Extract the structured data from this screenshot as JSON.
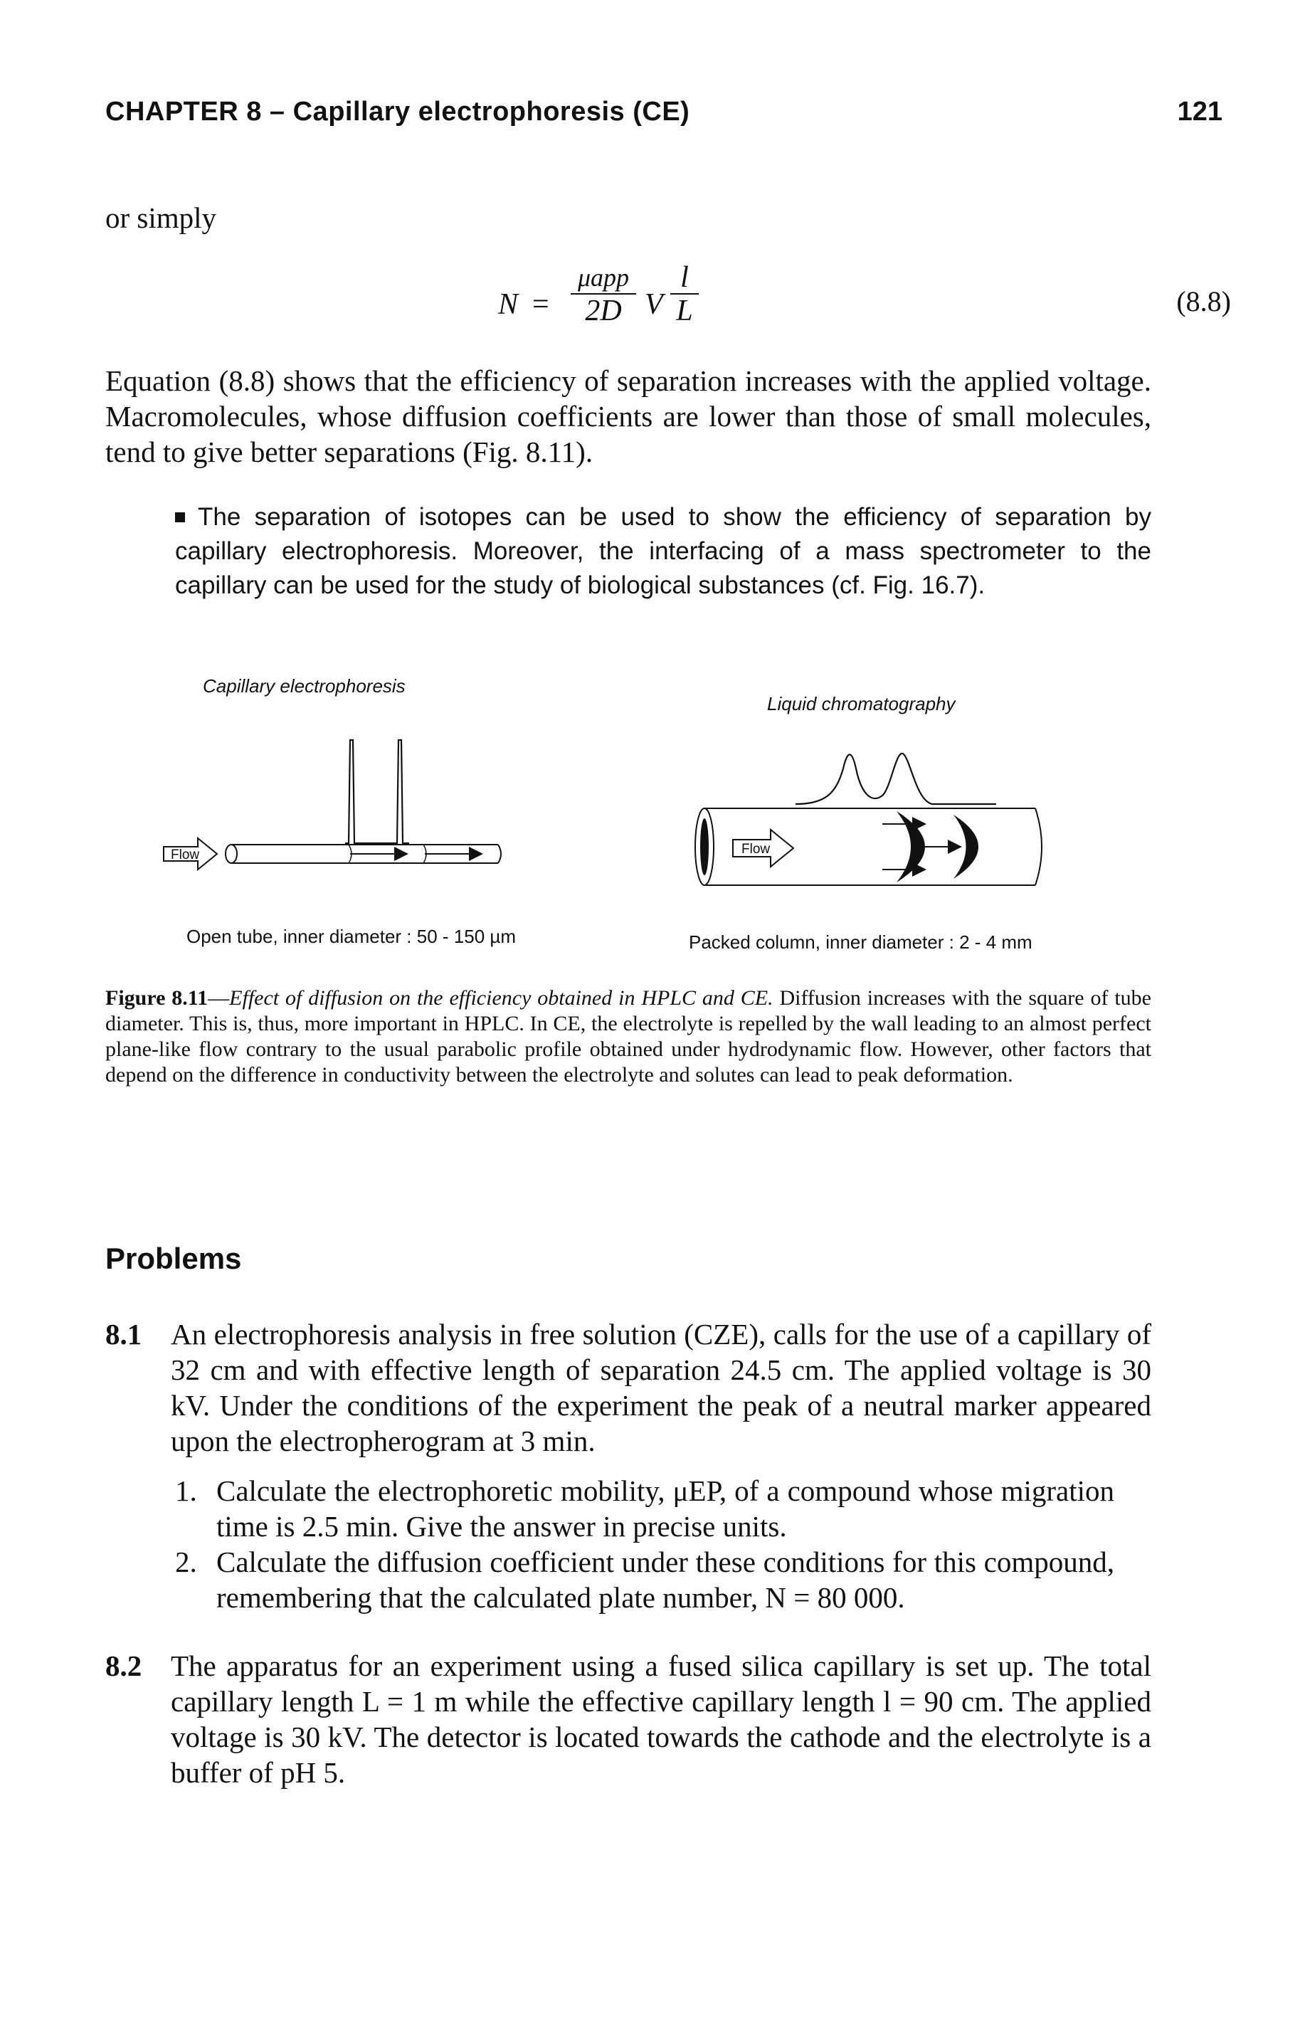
{
  "header": {
    "chapter_title": "CHAPTER 8 – Capillary electrophoresis (CE)",
    "page_number": "121"
  },
  "intro": "or simply",
  "equation": {
    "lhs": "N",
    "equals": "=",
    "mu_app": "μapp",
    "two_d": "2D",
    "v": "V",
    "l": "l",
    "L": "L",
    "number": "(8.8)"
  },
  "paragraph_1": "Equation (8.8) shows that the efficiency of separation increases with the applied voltage. Macromolecules, whose diffusion coefficients are lower than those of small molecules, tend to give better separations (Fig. 8.11).",
  "note": "The separation of isotopes can be used to show the efficiency of separation by capillary electrophoresis. Moreover, the interfacing of a mass spectrometer to the capillary can be used for the study of biological substances (cf. Fig. 16.7).",
  "figure": {
    "left_title": "Capillary electrophoresis",
    "right_title": "Liquid chromatography",
    "left_flow_label": "Flow",
    "right_flow_label": "Flow",
    "left_caption": "Open tube, inner diameter : 50 - 150 µm",
    "right_caption": "Packed column, inner diameter : 2 - 4 mm"
  },
  "caption": {
    "label": "Figure 8.11",
    "dash": "—",
    "title": "Effect of diffusion on the efficiency obtained in HPLC and CE.",
    "body": " Diffusion increases with the square of tube diameter. This is, thus, more important in HPLC. In CE, the electrolyte is repelled by the wall leading to an almost perfect plane-like flow contrary to the usual parabolic profile obtained under hydrodynamic flow. However, other factors that depend on the difference in conductivity between the electrolyte and solutes can lead to peak deformation."
  },
  "problems": {
    "heading": "Problems",
    "p1": {
      "number": "8.1",
      "text": "An electrophoresis analysis in free solution (CZE), calls for the use of a capillary of 32 cm and with effective length of separation 24.5 cm. The applied voltage is 30 kV. Under the conditions of the experiment the peak of a neutral marker appeared upon the electropherogram at 3 min.",
      "sub1_num": "1.",
      "sub1_text": "Calculate the electrophoretic mobility, μEP, of a compound whose migration time is 2.5 min. Give the answer in precise units.",
      "sub2_num": "2.",
      "sub2_text": "Calculate the diffusion coefficient under these conditions for this compound, remembering that the calculated plate number, N = 80 000."
    },
    "p2": {
      "number": "8.2",
      "text": "The apparatus for an experiment using a fused silica capillary is set up. The total capillary length L = 1 m while the effective capillary length l = 90 cm. The applied voltage is 30 kV. The detector is located towards the cathode and the electrolyte is a buffer of pH 5."
    }
  }
}
